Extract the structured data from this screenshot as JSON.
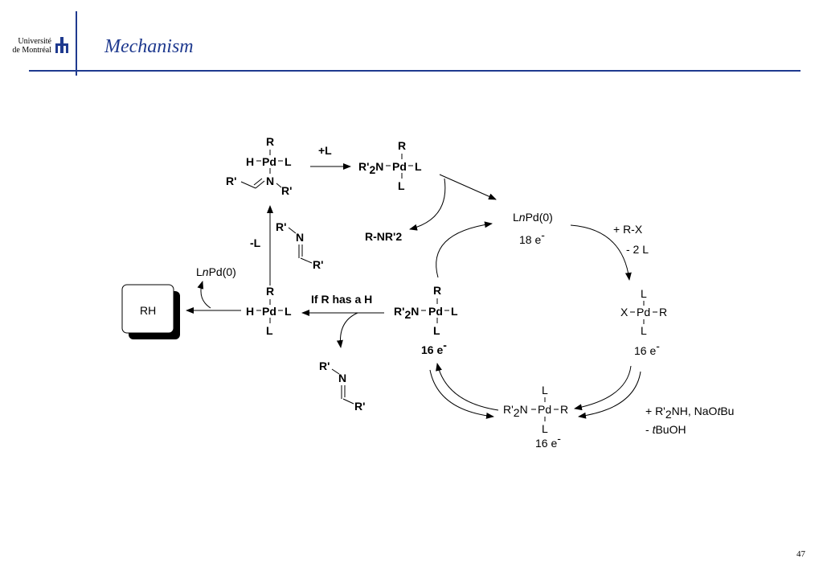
{
  "header": {
    "logo_line1": "Université",
    "logo_line2": "de Montréal",
    "title": "Mechanism",
    "accent_color": "#1f3a8f"
  },
  "page_number": "47",
  "scheme": {
    "top_left": {
      "R": "R",
      "H": "H",
      "Pd": "Pd",
      "L": "L",
      "N": "N",
      "Rp_left": "R'",
      "Rp_right": "R'"
    },
    "top_arrow_label": "+L",
    "top_right": {
      "R": "R",
      "R2N": "R'",
      "two": "2",
      "Nsuffix": "N",
      "Pd": "Pd",
      "L_right": "L",
      "L_bottom": "L"
    },
    "product_label": "R-NR'2",
    "imine_mid": {
      "Rp_top": "R'",
      "N": "N",
      "Rp_bottom": "R'"
    },
    "minus_L": "-L",
    "LnPd0_left": {
      "L": "L",
      "n": "n",
      "rest": "Pd(0)"
    },
    "rh_box": "RH",
    "hydride_complex": {
      "R": "R",
      "H": "H",
      "Pd": "Pd",
      "L_right": "L",
      "L_bottom": "L"
    },
    "beta_elim_label": "If R has a H",
    "imine_bottom": {
      "Rp_top": "R'",
      "N": "N",
      "Rp_bottom": "R'"
    },
    "amido_complex": {
      "R": "R",
      "R2N": "R'",
      "two": "2",
      "Nsuffix": "N",
      "Pd": "Pd",
      "L_right": "L",
      "L_bottom": "L",
      "electrons": "16 e",
      "sup": "-"
    },
    "LnPd0_center": {
      "L": "L",
      "n": "n",
      "rest": "Pd(0)",
      "electrons": "18 e",
      "sup": "-"
    },
    "oxidative_addition": {
      "line1": "+ R-X",
      "line2": "- 2 L"
    },
    "oxadd_complex": {
      "L_top": "L",
      "X": "X",
      "Pd": "Pd",
      "R": "R",
      "L_bottom": "L",
      "electrons": "16 e",
      "sup": "-"
    },
    "bottom_complex": {
      "L_top": "L",
      "R2N": "R'",
      "two": "2",
      "Nsuffix": "N",
      "Pd": "Pd",
      "R": "R",
      "L_bottom": "L",
      "electrons": "16 e",
      "sup": "-"
    },
    "amine_addition": {
      "line1_a": "+ R'",
      "line1_sub": "2",
      "line1_b": "NH, NaO",
      "line1_t": "t",
      "line1_c": "Bu",
      "line2_a": "- ",
      "line2_t": "t",
      "line2_b": "BuOH"
    }
  }
}
